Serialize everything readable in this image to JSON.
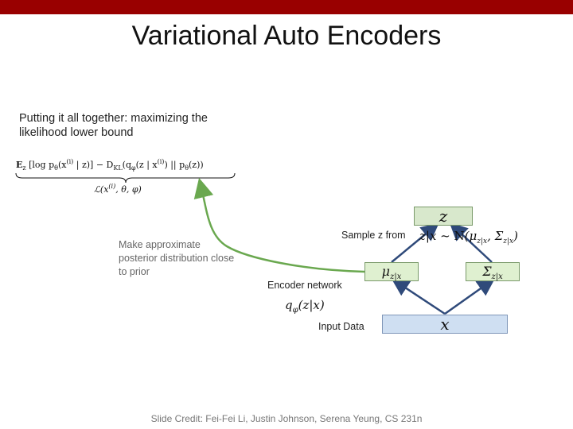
{
  "slide": {
    "title": "Variational Auto Encoders",
    "intro_text": "Putting it all together: maximizing the likelihood lower bound",
    "equation_main": "E_z [ log p_θ(x^(i) | z) ] − D_KL( q_φ(z | x^(i)) || p_θ(z) )",
    "equation_under": "ℒ(x^(i), θ, φ)",
    "note_text": "Make approximate posterior distribution close to prior",
    "sample_label": "Sample z from",
    "sample_formula": "z|x ~ N(μ_z|x , Σ_z|x)",
    "encoder_label": "Encoder network",
    "encoder_formula": "q_φ(z|x)",
    "input_label": "Input Data",
    "credit": "Slide Credit: Fei-Fei Li, Justin Johnson, Serena Yeung, CS 231n"
  },
  "nodes": {
    "z": "z",
    "mu": "μ_z|x",
    "sigma": "Σ_z|x",
    "x": "x"
  },
  "colors": {
    "header_bar": "#990000",
    "arrow_green": "#6aa84f",
    "arrow_blue": "#2f4a7a",
    "z_box": "#d8e8cc",
    "x_box": "#cfdff2"
  }
}
